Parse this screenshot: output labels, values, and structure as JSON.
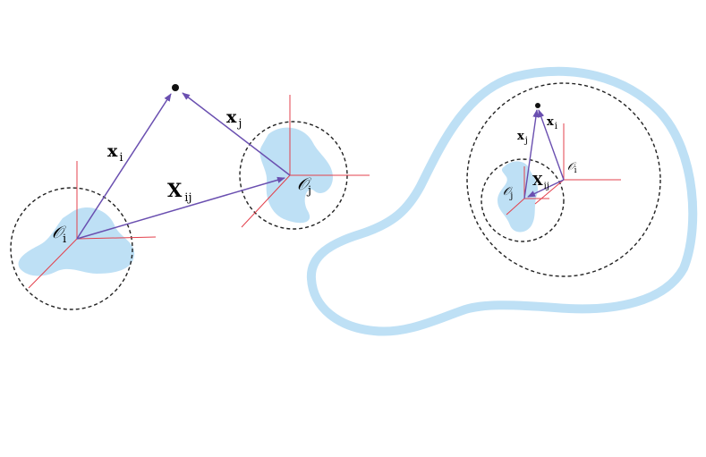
{
  "colors": {
    "blob": "#bee0f5",
    "frame_axis": "#e3404c",
    "vector": "#6a4fb0",
    "circle": "#222222",
    "point": "#111111"
  },
  "left_panel": {
    "origin_i": {
      "symbol": "𝒪",
      "sub": "i"
    },
    "origin_j": {
      "symbol": "𝒪",
      "sub": "j"
    },
    "vec_xi": {
      "symbol": "x",
      "sub": "i"
    },
    "vec_xj": {
      "symbol": "x",
      "sub": "j"
    },
    "vec_Xij": {
      "symbol": "X",
      "sub": "ij"
    }
  },
  "right_panel": {
    "origin_i": {
      "symbol": "𝒪",
      "sub": "i"
    },
    "origin_j": {
      "symbol": "𝒪",
      "sub": "j"
    },
    "vec_xi": {
      "symbol": "x",
      "sub": "i"
    },
    "vec_xj": {
      "symbol": "x",
      "sub": "j"
    },
    "vec_Xij": {
      "symbol": "X",
      "sub": "ij"
    }
  }
}
